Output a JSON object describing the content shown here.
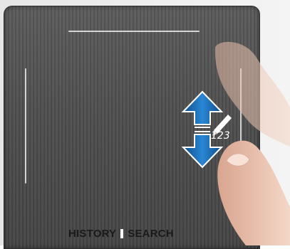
{
  "labels": {
    "history": "HISTORY",
    "search": "SEARCH",
    "handwriting": "123"
  },
  "icons": {
    "arrow": "up-down-arrow-icon",
    "pen": "pen-icon",
    "hand": "finger-hand"
  },
  "colors": {
    "arrow_blue": "#1f6fb8",
    "pad_dark": "#4d4d4d"
  }
}
